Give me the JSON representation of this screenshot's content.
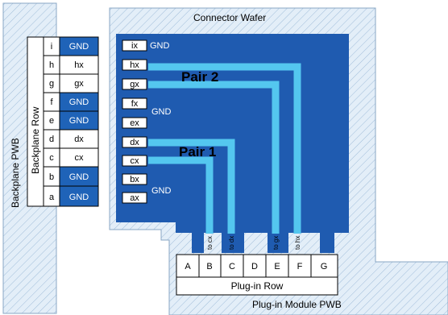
{
  "colors": {
    "hatch_bg": "#e3eef8",
    "hatch_line": "#9fbcd9",
    "wafer_blue": "#1f5bb0",
    "trace_cyan": "#54c7ef",
    "gnd_fill": "#1f63b8"
  },
  "labels": {
    "backplane_pwb": "Backplane PWB",
    "backplane_row": "Backplane Row",
    "connector_wafer": "Connector Wafer",
    "pair1": "Pair 1",
    "pair2": "Pair 2",
    "plugin_row": "Plug-in Row",
    "plugin_module_pwb": "Plug-in Module PWB"
  },
  "backplane_rows": [
    {
      "pin": "i",
      "signal": "GND"
    },
    {
      "pin": "h",
      "signal": "hx"
    },
    {
      "pin": "g",
      "signal": "gx"
    },
    {
      "pin": "f",
      "signal": "GND"
    },
    {
      "pin": "e",
      "signal": "GND"
    },
    {
      "pin": "d",
      "signal": "dx"
    },
    {
      "pin": "c",
      "signal": "cx"
    },
    {
      "pin": "b",
      "signal": "GND"
    },
    {
      "pin": "a",
      "signal": "GND"
    }
  ],
  "wafer_pins": [
    "ix",
    "hx",
    "gx",
    "fx",
    "ex",
    "dx",
    "cx",
    "bx",
    "ax"
  ],
  "wafer_gnd_labels": [
    "GND",
    "GND",
    "GND"
  ],
  "vertical_trace_labels": [
    "to cx",
    "to dx",
    "to gx",
    "to hx"
  ],
  "plugin_cols": [
    "A",
    "B",
    "C",
    "D",
    "E",
    "F",
    "G"
  ]
}
